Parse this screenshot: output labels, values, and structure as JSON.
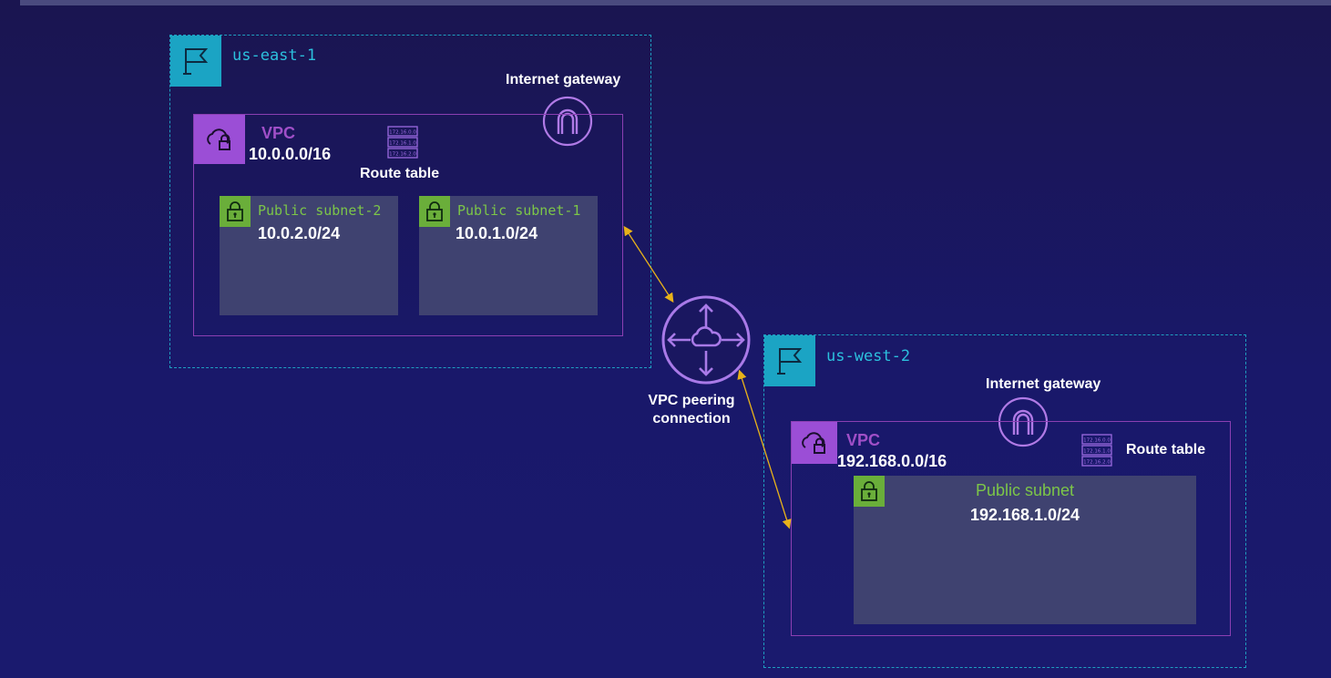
{
  "diagram": {
    "colors": {
      "background": "#1a1760",
      "region_border": "#1f9fc0",
      "region_tag": "#1ba4c4",
      "vpc_border": "#8b3fb2",
      "vpc_tag": "#9b4ed6",
      "subnet_tag": "#6aae3a",
      "subnet_text": "#7cc648",
      "peering_icon": "#a97ae8",
      "connector": "#e8b21a"
    },
    "regions": [
      {
        "name": "us-east-1",
        "internet_gateway_label": "Internet gateway",
        "vpc": {
          "label": "VPC",
          "cidr": "10.0.0.0/16"
        },
        "route_table_label": "Route table",
        "route_table_entries": [
          "172.16.0.0",
          "172.16.1.0",
          "172.16.2.0"
        ],
        "subnets": [
          {
            "label": "Public subnet-2",
            "cidr": "10.0.2.0/24"
          },
          {
            "label": "Public subnet-1",
            "cidr": "10.0.1.0/24"
          }
        ]
      },
      {
        "name": "us-west-2",
        "internet_gateway_label": "Internet gateway",
        "vpc": {
          "label": "VPC",
          "cidr": "192.168.0.0/16"
        },
        "route_table_label": "Route table",
        "route_table_entries": [
          "172.16.0.0",
          "172.16.1.0",
          "172.16.2.0"
        ],
        "subnets": [
          {
            "label": "Public subnet",
            "cidr": "192.168.1.0/24"
          }
        ]
      }
    ],
    "peering": {
      "label_line1": "VPC peering",
      "label_line2": "connection"
    }
  }
}
